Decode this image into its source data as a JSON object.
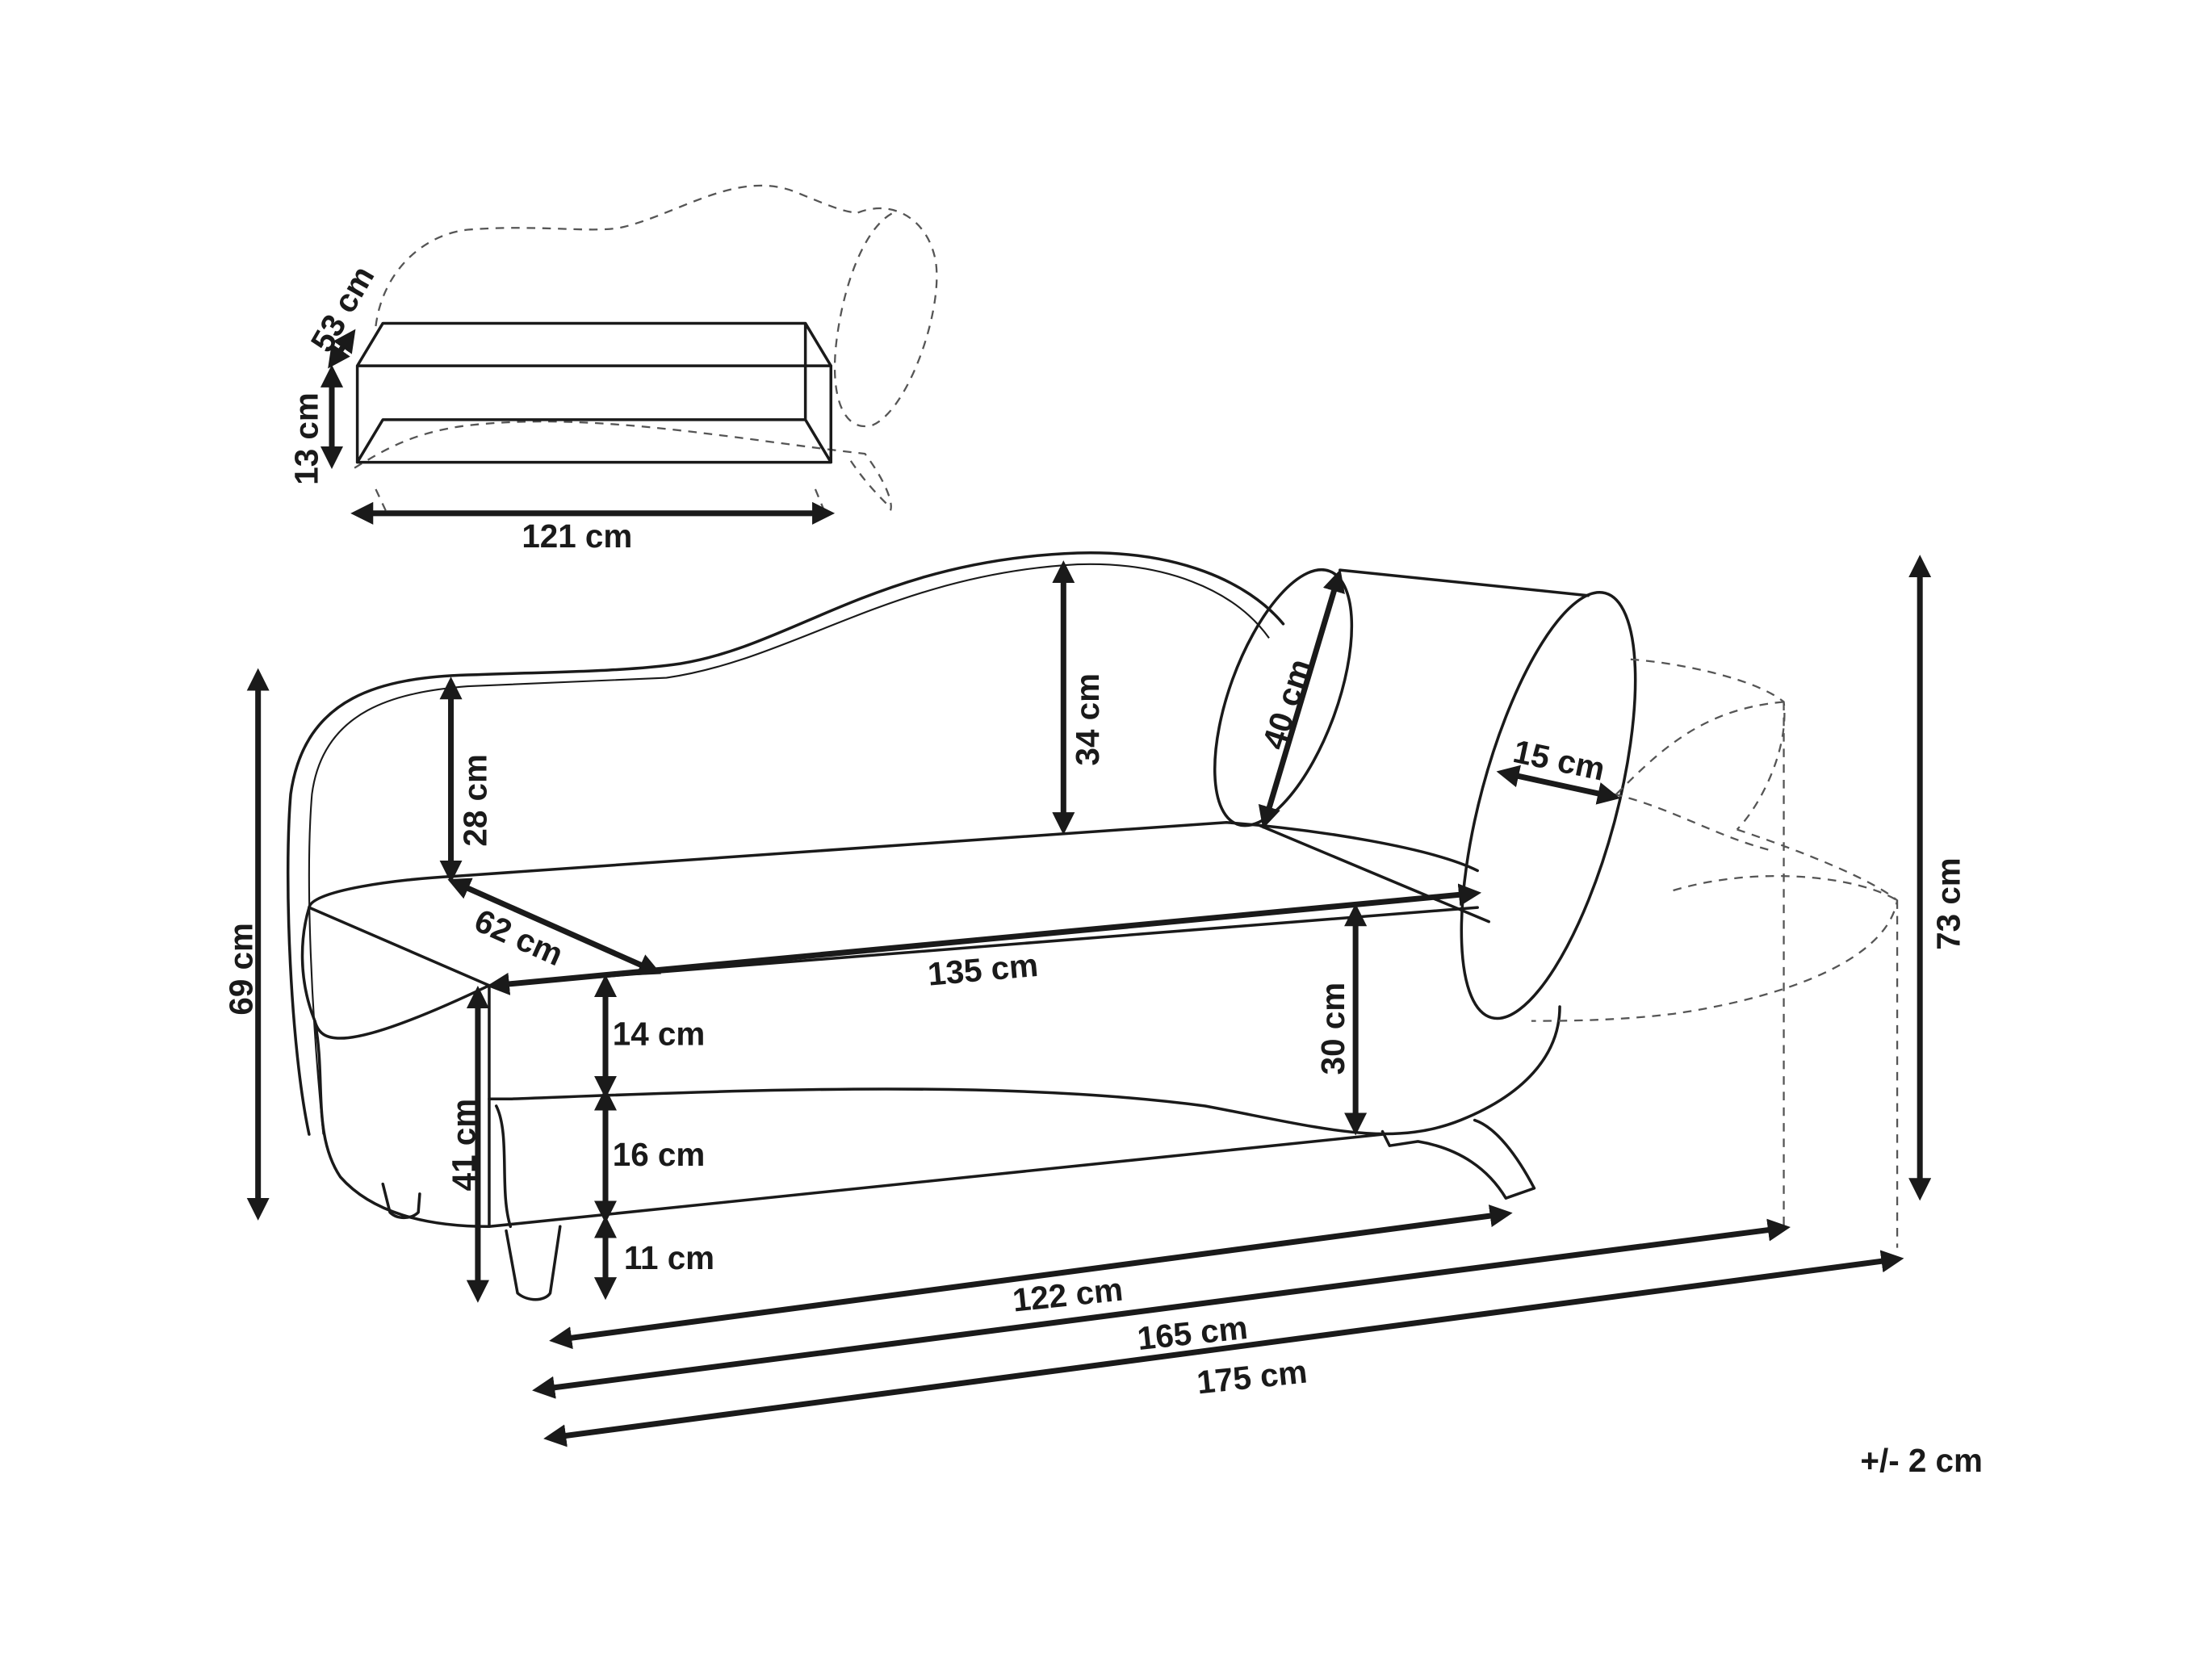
{
  "labels": {
    "storage_depth": "53 cm",
    "storage_height": "13 cm",
    "storage_width": "121 cm",
    "back_height": "34 cm",
    "arm_back_height": "28 cm",
    "pillow_length": "40 cm",
    "pillow_diameter": "15 cm",
    "seat_depth": "62 cm",
    "seat_length": "135 cm",
    "right_end_height": "30 cm",
    "seat_cushion": "14 cm",
    "base_height": "16 cm",
    "leg_height": "11 cm",
    "seat_height": "41 cm",
    "total_height_left": "69 cm",
    "total_height": "73 cm",
    "base_length": "122 cm",
    "length_with_pillow": "165 cm",
    "total_length": "175 cm",
    "tolerance": "+/- 2 cm"
  },
  "colors": {
    "line": "#1a1a1a",
    "dashed": "#555555"
  }
}
